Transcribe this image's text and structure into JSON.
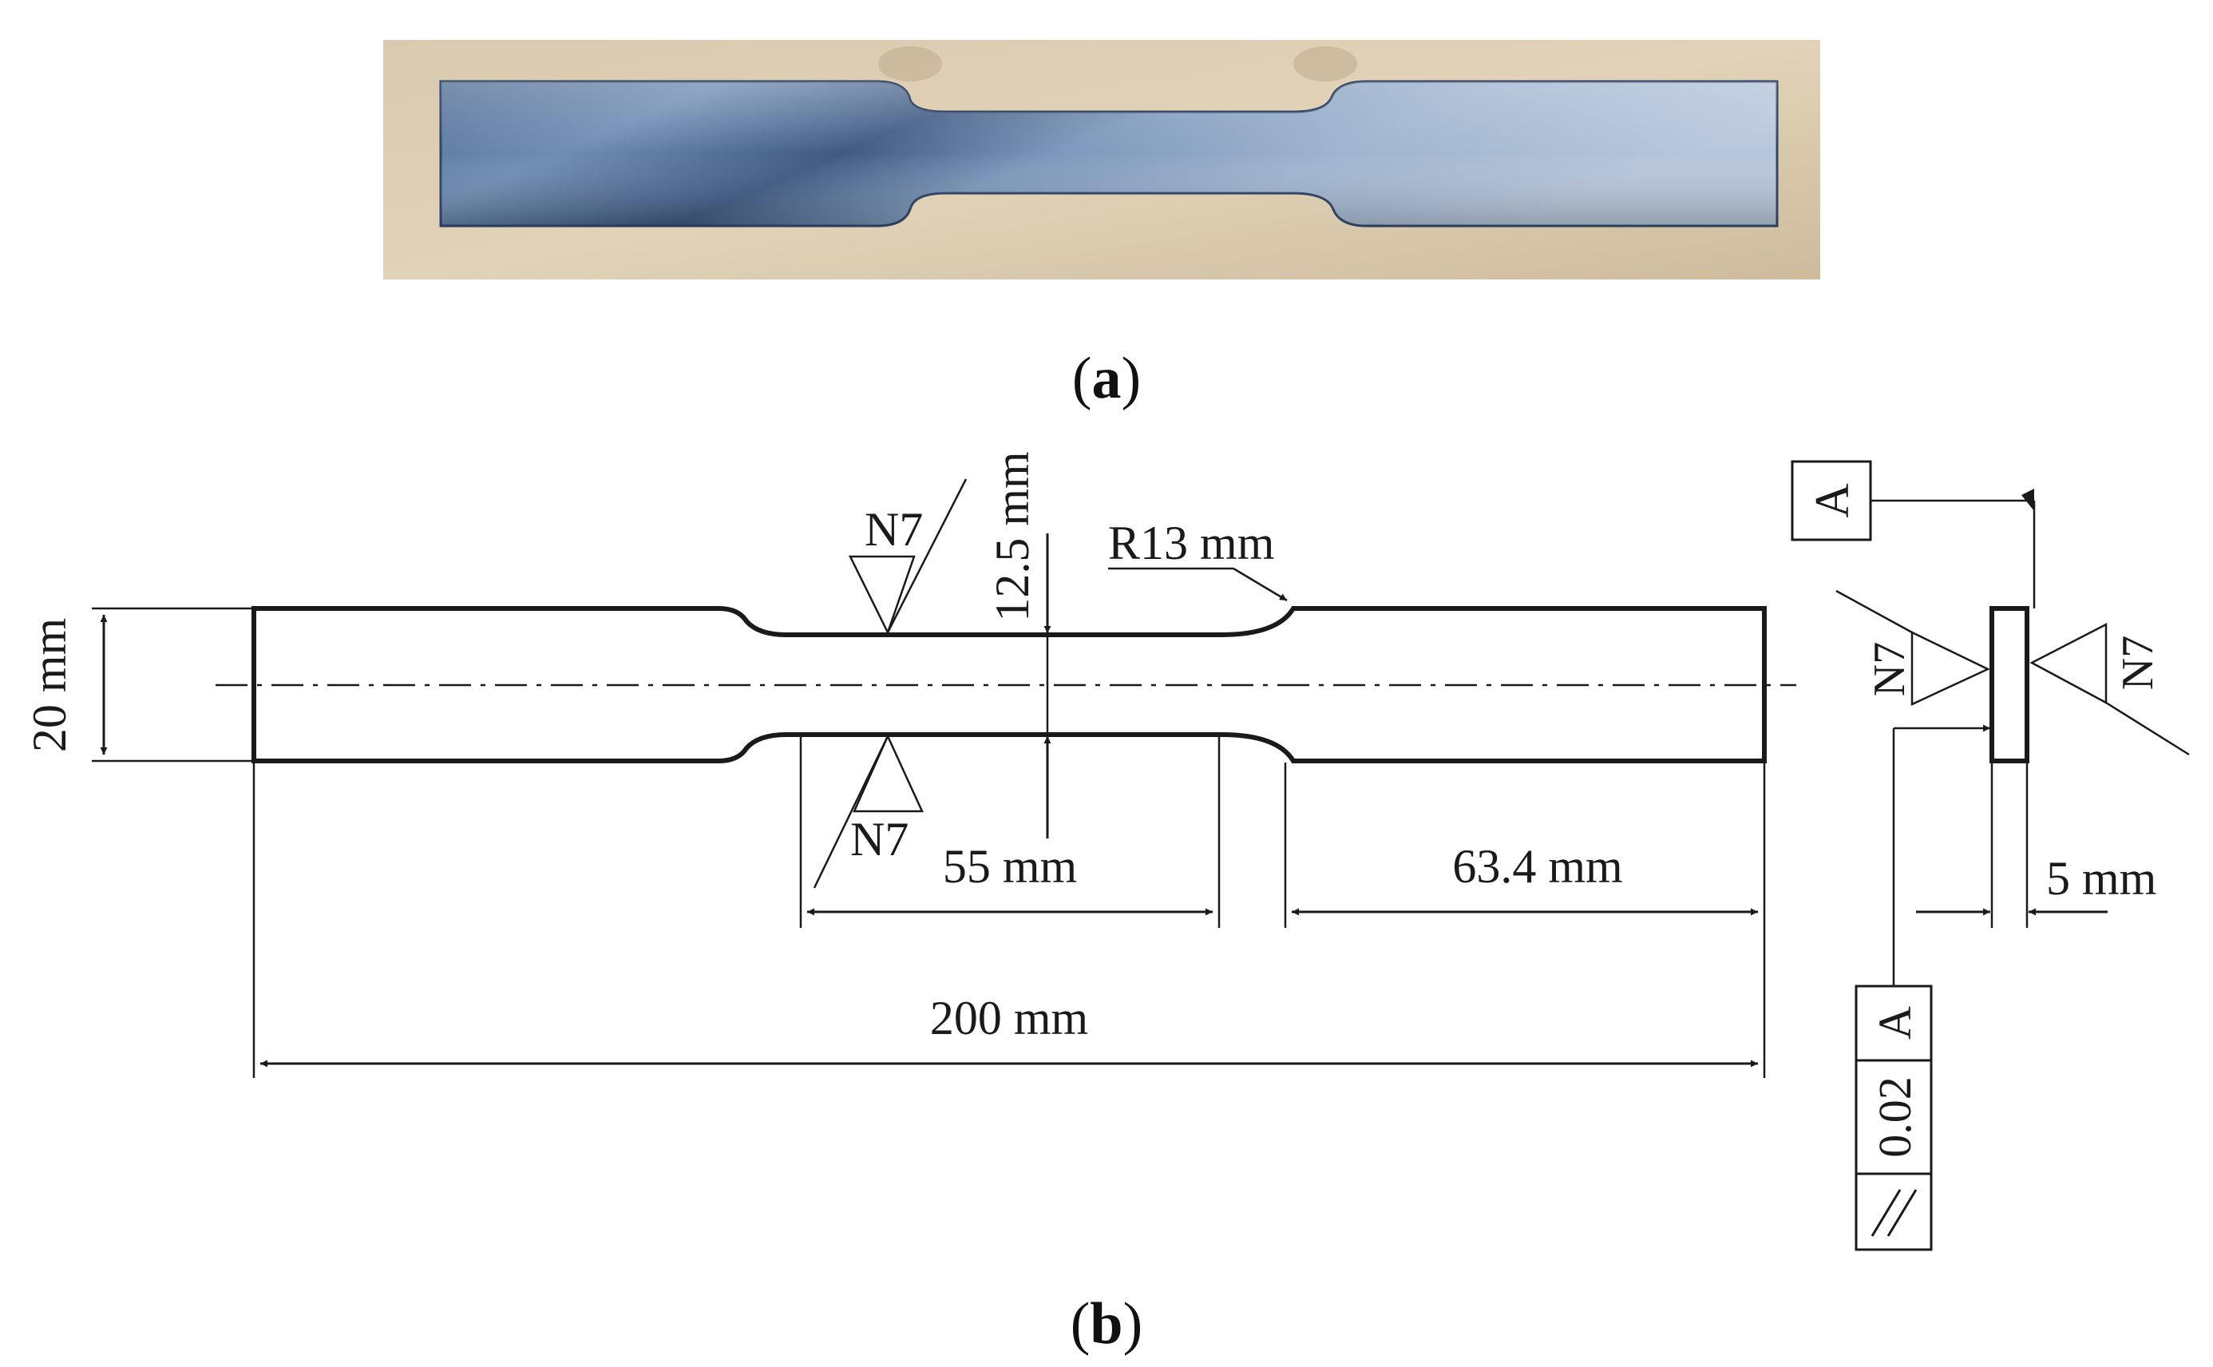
{
  "captions": {
    "a": "a",
    "b": "b"
  },
  "drawing": {
    "width_label": "20 mm",
    "neck_label": "12.5 mm",
    "radius_label": "R13 mm",
    "gauge_label": "55 mm",
    "grip_label": "63.4 mm",
    "total_label": "200 mm",
    "thickness_label": "5 mm",
    "roughness_symbol": "N7",
    "datum_label": "A",
    "tolerance_value": "0.02",
    "tolerance_datum": "A"
  },
  "colors": {
    "line": "#1a1a1a",
    "specimen_metal": "#5f7ea6",
    "wood_background": "#d8c8ad"
  },
  "icons": {
    "parallelism": "parallelism-icon",
    "roughness": "surface-roughness-icon"
  }
}
